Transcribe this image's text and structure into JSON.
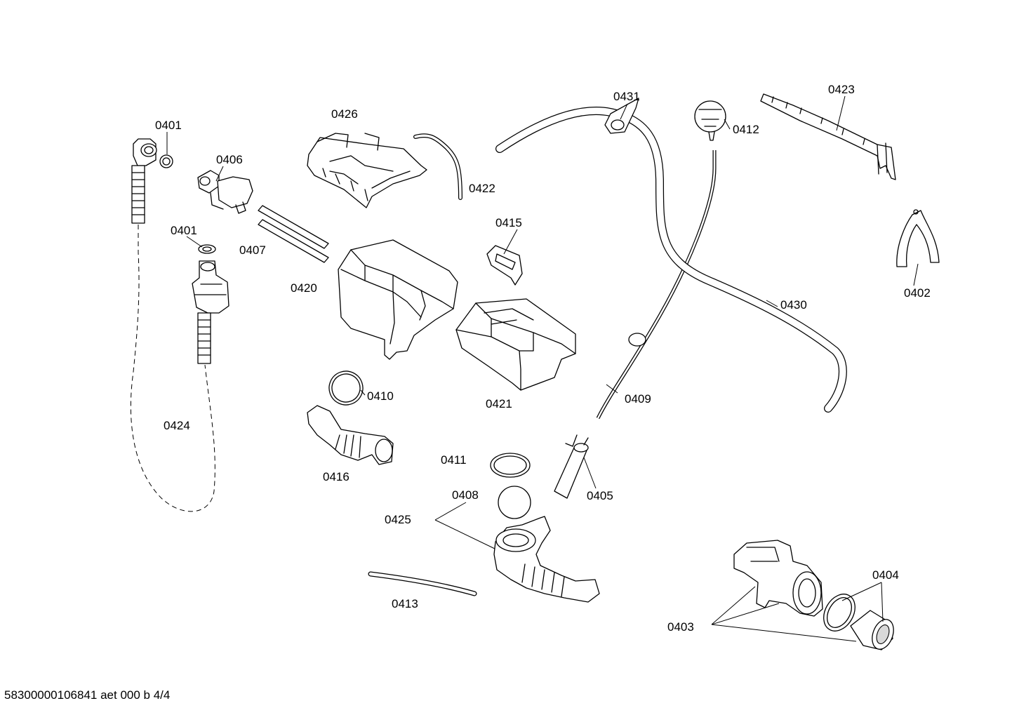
{
  "footer": "58300000106841 aet 000 b 4/4",
  "parts": {
    "p0401a": "0401",
    "p0401b": "0401",
    "p0402": "0402",
    "p0403": "0403",
    "p0404": "0404",
    "p0405": "0405",
    "p0406": "0406",
    "p0407": "0407",
    "p0408": "0408",
    "p0409": "0409",
    "p0410": "0410",
    "p0411": "0411",
    "p0412": "0412",
    "p0413": "0413",
    "p0415": "0415",
    "p0416": "0416",
    "p0420": "0420",
    "p0421": "0421",
    "p0422": "0422",
    "p0423": "0423",
    "p0424": "0424",
    "p0425": "0425",
    "p0426": "0426",
    "p0430": "0430",
    "p0431": "0431"
  }
}
